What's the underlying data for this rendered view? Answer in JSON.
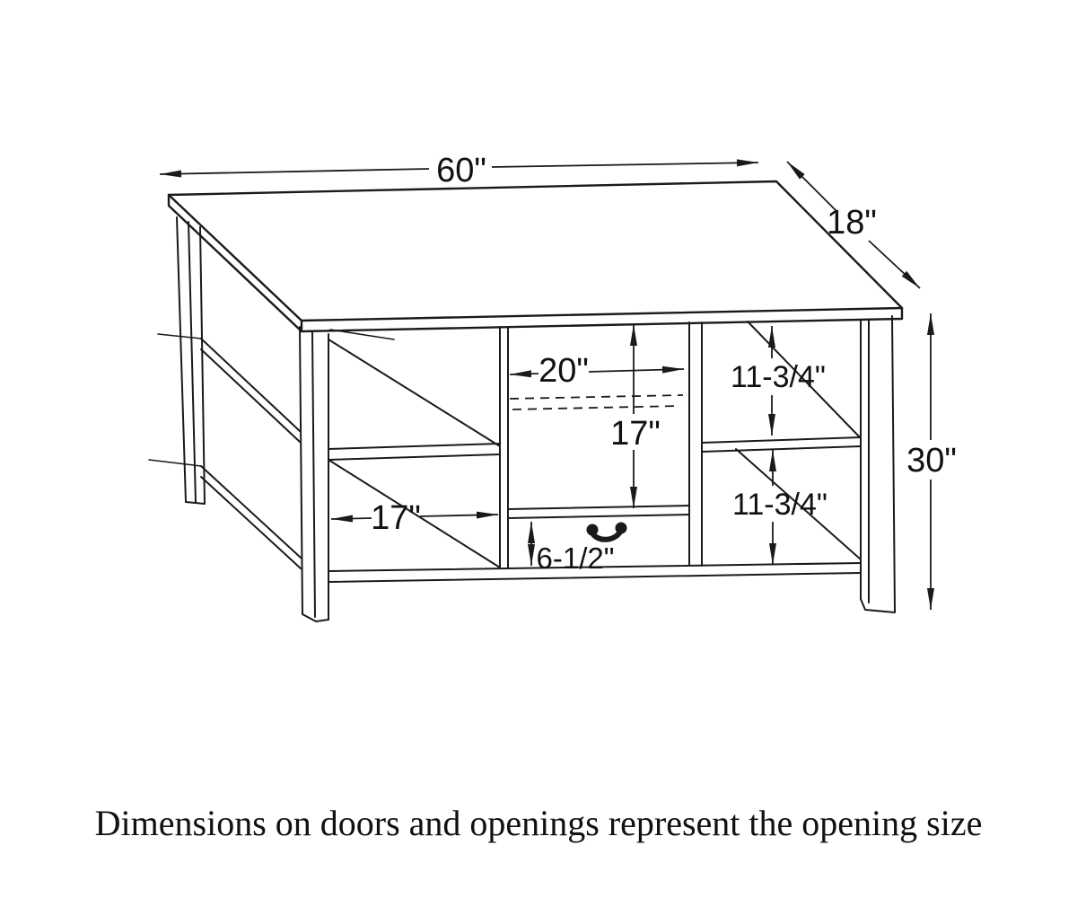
{
  "diagram": {
    "type": "furniture-dimension-drawing",
    "subject": "TV stand / console with open shelves, center drawer and cubby",
    "caption": "Dimensions on doors and openings represent the opening size",
    "colors": {
      "line": "#1a1a1a",
      "background": "#ffffff",
      "text": "#111111"
    },
    "dims": {
      "width_overall": "60\"",
      "depth_overall": "18\"",
      "height_overall": "30\"",
      "center_opening_width": "20\"",
      "center_opening_height": "17\"",
      "left_opening_width": "17\"",
      "right_opening_upper_height": "11-3/4\"",
      "right_opening_lower_height": "11-3/4\"",
      "drawer_front_height": "6-1/2\""
    }
  }
}
